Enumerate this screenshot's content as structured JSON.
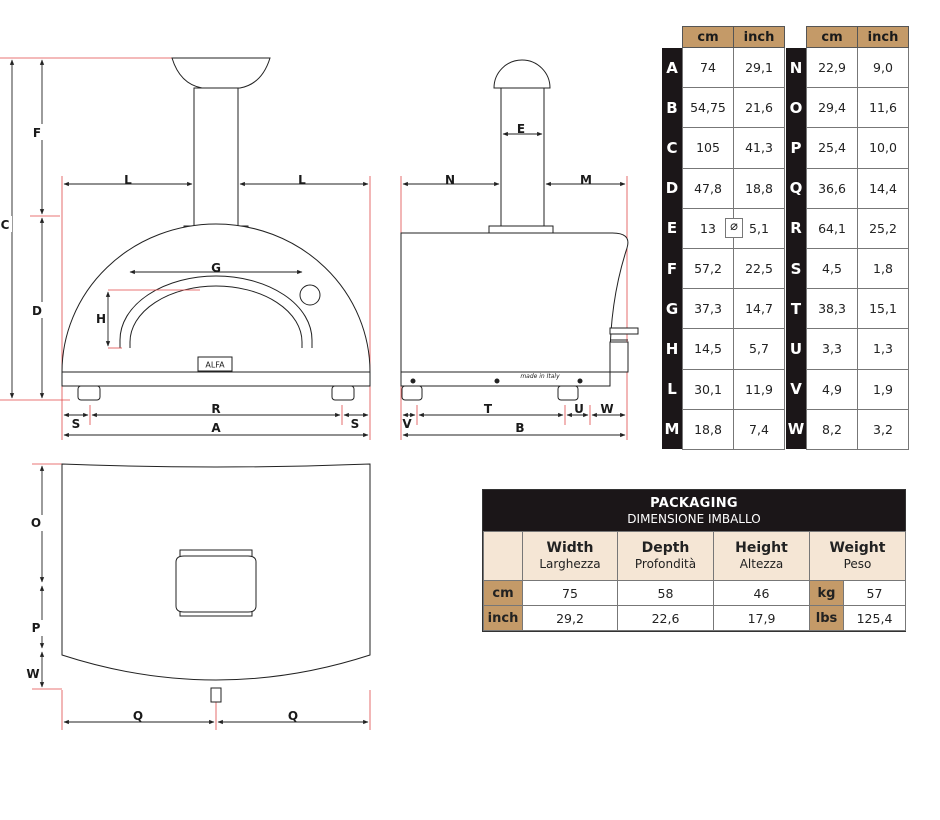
{
  "drawing": {
    "dimension_labels": {
      "front": [
        "C",
        "F",
        "D",
        "L",
        "L",
        "G",
        "H",
        "R",
        "A",
        "S",
        "S"
      ],
      "side": [
        "E",
        "N",
        "M",
        "T",
        "B",
        "V",
        "U",
        "W"
      ],
      "top": [
        "O",
        "P",
        "W",
        "Q",
        "Q"
      ]
    },
    "badge_text": "ALFA",
    "side_label_text": "made in Italy"
  },
  "dimensions_table": {
    "unit_headers": [
      "cm",
      "inch",
      "cm",
      "inch"
    ],
    "rows": [
      {
        "left": {
          "letter": "A",
          "cm": "74",
          "inch": "29,1"
        },
        "right": {
          "letter": "N",
          "cm": "22,9",
          "inch": "9,0"
        }
      },
      {
        "left": {
          "letter": "B",
          "cm": "54,75",
          "inch": "21,6"
        },
        "right": {
          "letter": "O",
          "cm": "29,4",
          "inch": "11,6"
        }
      },
      {
        "left": {
          "letter": "C",
          "cm": "105",
          "inch": "41,3"
        },
        "right": {
          "letter": "P",
          "cm": "25,4",
          "inch": "10,0"
        }
      },
      {
        "left": {
          "letter": "D",
          "cm": "47,8",
          "inch": "18,8"
        },
        "right": {
          "letter": "Q",
          "cm": "36,6",
          "inch": "14,4"
        }
      },
      {
        "left": {
          "letter": "E",
          "cm": "13",
          "inch": "5,1"
        },
        "right": {
          "letter": "R",
          "cm": "64,1",
          "inch": "25,2"
        }
      },
      {
        "left": {
          "letter": "F",
          "cm": "57,2",
          "inch": "22,5"
        },
        "right": {
          "letter": "S",
          "cm": "4,5",
          "inch": "1,8"
        }
      },
      {
        "left": {
          "letter": "G",
          "cm": "37,3",
          "inch": "14,7"
        },
        "right": {
          "letter": "T",
          "cm": "38,3",
          "inch": "15,1"
        }
      },
      {
        "left": {
          "letter": "H",
          "cm": "14,5",
          "inch": "5,7"
        },
        "right": {
          "letter": "U",
          "cm": "3,3",
          "inch": "1,3"
        }
      },
      {
        "left": {
          "letter": "L",
          "cm": "30,1",
          "inch": "11,9"
        },
        "right": {
          "letter": "V",
          "cm": "4,9",
          "inch": "1,9"
        }
      },
      {
        "left": {
          "letter": "M",
          "cm": "18,8",
          "inch": "7,4"
        },
        "right": {
          "letter": "W",
          "cm": "8,2",
          "inch": "3,2"
        }
      }
    ],
    "diameter_symbol": "⌀"
  },
  "packaging": {
    "title": "PACKAGING",
    "subtitle": "DIMENSIONE IMBALLO",
    "columns": [
      {
        "name": "Width",
        "sub": "Larghezza"
      },
      {
        "name": "Depth",
        "sub": "Profondità"
      },
      {
        "name": "Height",
        "sub": "Altezza"
      },
      {
        "name": "Weight",
        "sub": "Peso"
      }
    ],
    "rows": [
      {
        "unit": "cm",
        "width": "75",
        "depth": "58",
        "height": "46",
        "weight_unit": "kg",
        "weight": "57"
      },
      {
        "unit": "inch",
        "width": "29,2",
        "depth": "22,6",
        "height": "17,9",
        "weight_unit": "lbs",
        "weight": "125,4"
      }
    ]
  },
  "colors": {
    "table_header_tan": "#c49a68",
    "letter_column_dark": "#1b1618",
    "packaging_column_bg": "#f5e6d5",
    "guide_lines_red": "#e04848"
  }
}
